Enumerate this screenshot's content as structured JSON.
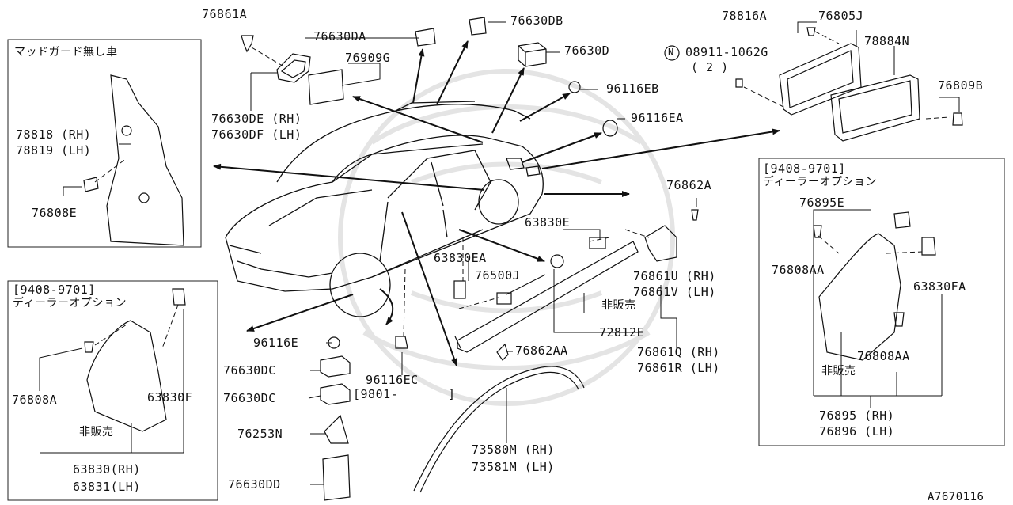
{
  "diagram_code": "A7670116",
  "boxes": {
    "mudguard_none": {
      "title": "マッドガード無し車",
      "part_rh": "78818 (RH)",
      "part_lh": "78819 (LH)",
      "clip": "76808E"
    },
    "dealer_option_front": {
      "period": "[9408-9701]",
      "subtitle": "ディーラーオプション",
      "screw": "76808A",
      "clip": "63830F",
      "not_for_sale": "非販売",
      "part_rh": "63830(RH)",
      "part_lh": "63831(LH)"
    },
    "dealer_option_rear": {
      "period": "[9408-9701]",
      "subtitle": "ディーラーオプション",
      "seal": "76895E",
      "screw": "76808AA",
      "clip": "63830FA",
      "screw2": "76808AA",
      "not_for_sale": "非販売",
      "part_rh": "76895 (RH)",
      "part_lh": "76896 (LH)"
    }
  },
  "labels": {
    "l_76861A": "76861A",
    "l_76630DA": "76630DA",
    "l_76630DB": "76630DB",
    "l_76909G": "76909G",
    "l_76630D": "76630D",
    "l_76630DE": "76630DE (RH)",
    "l_76630DF": "76630DF (LH)",
    "l_96116EB": "96116EB",
    "l_96116EA": "96116EA",
    "l_N": "N",
    "l_08911": "08911-1062G",
    "l_08911q": "( 2 )",
    "l_78816A": "78816A",
    "l_76805J": "76805J",
    "l_78884N": "78884N",
    "l_76809B": "76809B",
    "l_76862A": "76862A",
    "l_63830E": "63830E",
    "l_63830EA": "63830EA",
    "l_76500J": "76500J",
    "l_76861U": "76861U (RH)",
    "l_76861V": "76861V (LH)",
    "l_hihanbai": "非販売",
    "l_72812E": "72812E",
    "l_76862AA": "76862AA",
    "l_76861Q": "76861Q (RH)",
    "l_76861R": "76861R (LH)",
    "l_96116E": "96116E",
    "l_96116EC": "96116EC",
    "l_9801": "[9801-",
    "l_9801b": "]",
    "l_76630DC1": "76630DC",
    "l_76630DC2": "76630DC",
    "l_76253N": "76253N",
    "l_76630DD": "76630DD",
    "l_73580M": "73580M (RH)",
    "l_73581M": "73581M (LH)"
  }
}
